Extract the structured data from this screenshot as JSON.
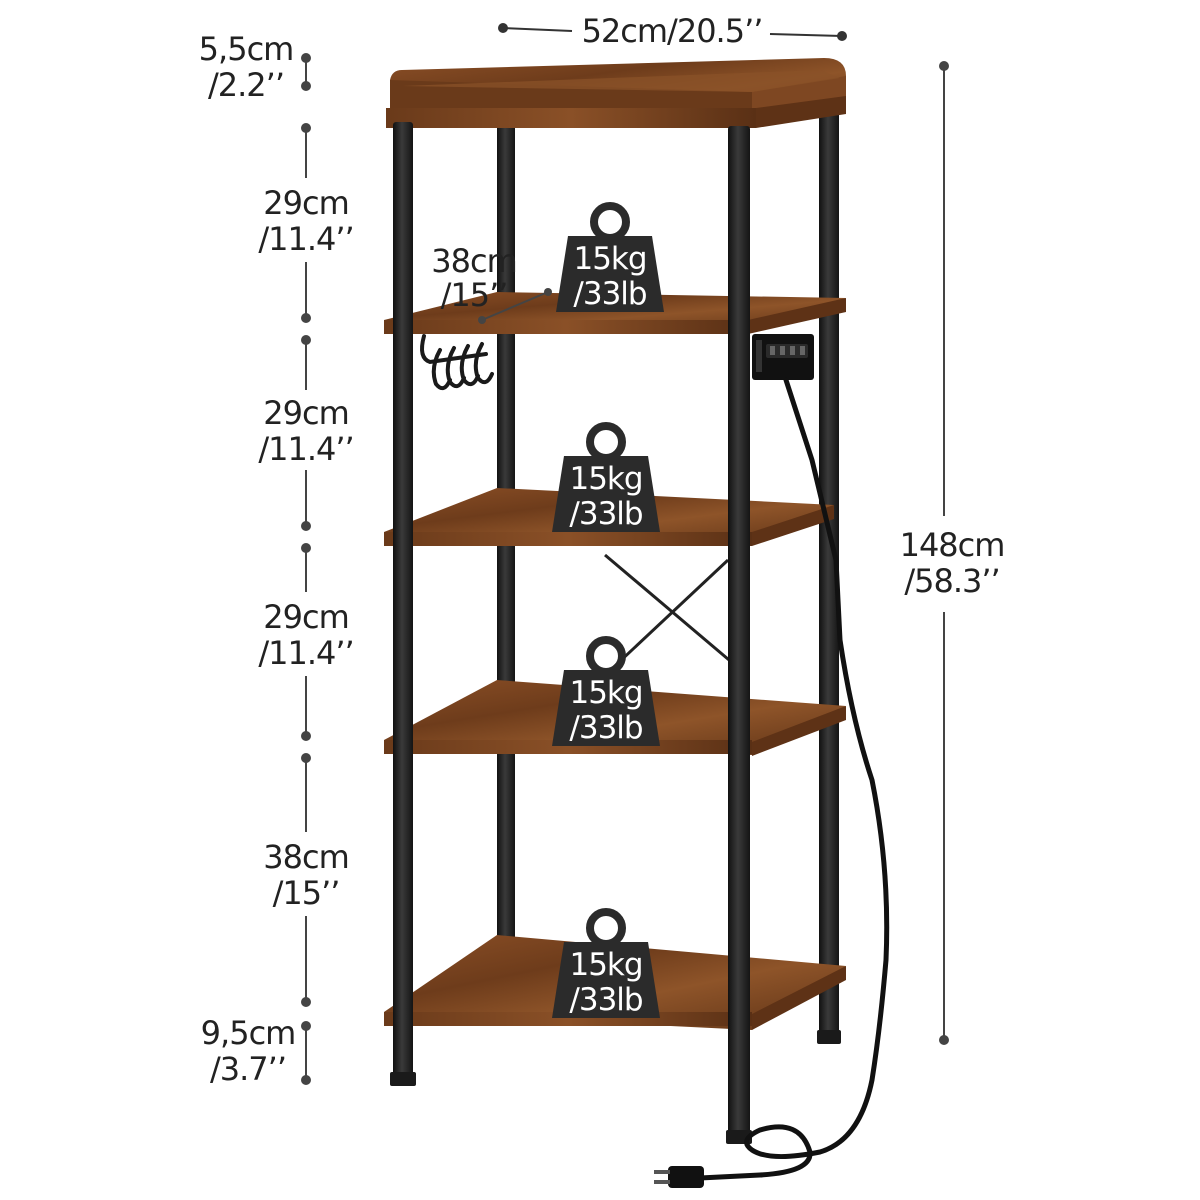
{
  "dimensions": {
    "width_cm": "52cm/20.5’’",
    "top_rail_cm": "5,5cm",
    "top_rail_in": "/2.2’’",
    "tier1_cm": "29cm",
    "tier1_in": "/11.4’’",
    "tier2_cm": "29cm",
    "tier2_in": "/11.4’’",
    "tier3_cm": "29cm",
    "tier3_in": "/11.4’’",
    "tier4_cm": "38cm",
    "tier4_in": "/15’’",
    "foot_cm": "9,5cm",
    "foot_in": "/3.7’’",
    "depth_cm": "38cm",
    "depth_in": "/15’’",
    "total_cm": "148cm",
    "total_in": "/58.3’’"
  },
  "load_badges": [
    {
      "kg": "15kg",
      "lb": "/33lb"
    },
    {
      "kg": "15kg",
      "lb": "/33lb"
    },
    {
      "kg": "15kg",
      "lb": "/33lb"
    },
    {
      "kg": "15kg",
      "lb": "/33lb"
    }
  ],
  "colors": {
    "wood": "#7a4420",
    "wood_dark": "#4e2a12",
    "wood_light": "#9a5a2c",
    "frame": "#1f1f1f",
    "badge": "#2b2b2b",
    "dim_line": "#333333"
  },
  "icons": {
    "weight": "kettlebell-weight-icon",
    "outlet": "power-strip-icon",
    "plug": "power-plug-icon",
    "hooks": "s-hook-icon"
  }
}
